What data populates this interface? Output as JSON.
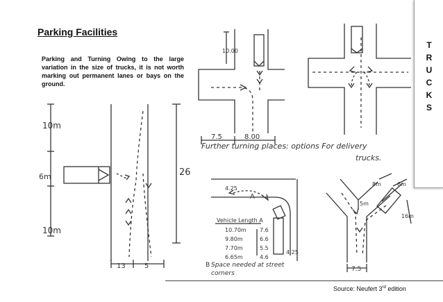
{
  "page": {
    "title": "Parking Facilities",
    "description": "Parking and Turning Owing to the large variation in the size of trucks, it is not worth marking out permanent lanes or bays on the ground.",
    "sidebar_letters": [
      "T",
      "R",
      "U",
      "C",
      "K",
      "S"
    ],
    "source_prefix": "Source: Neufert 3",
    "source_sup": "rd",
    "source_suffix": " edition"
  },
  "sketches": {
    "main": {
      "top_dim": "10m",
      "mid_dim": "6m",
      "bottom_dim": "10m",
      "height_dim": "26",
      "bottom_left": "13",
      "bottom_right": "5"
    },
    "t_junction": {
      "side_dim": "10.00",
      "left_dim": "7.5",
      "right_dim": "8.00"
    },
    "cross": {},
    "caption_line1": "Further turning places: options For delivery",
    "caption_line2": "trucks.",
    "corner": {
      "dim_a": "4.25",
      "dim_b": "4.25",
      "label_a": "A",
      "table_header": "Vehicle Length A",
      "rows": [
        {
          "length": "10.70m",
          "a": "7.6"
        },
        {
          "length": "9.80m",
          "a": "6.6"
        },
        {
          "length": "7.70m",
          "a": "5.5"
        },
        {
          "length": "6.65m",
          "a": "4.6"
        }
      ],
      "caption_line1": "Space needed at street",
      "caption_line2": "corners",
      "marker": "B"
    },
    "y_junction": {
      "dim_top": "8m",
      "dim_side": "6m",
      "dim_inner": "5m",
      "dim_diag": "16m",
      "dim_bottom": "7.5"
    }
  }
}
